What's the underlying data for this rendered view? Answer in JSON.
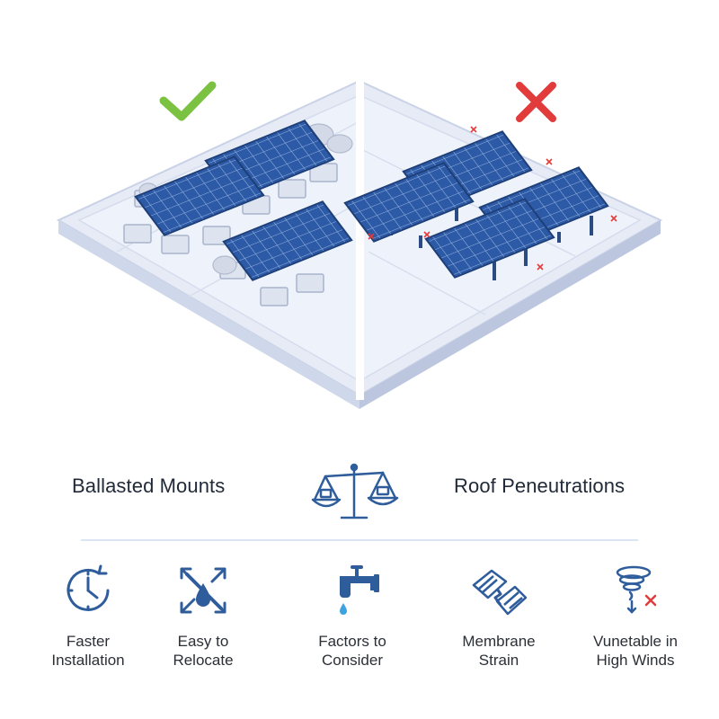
{
  "comparison": {
    "left_mark": "check-icon",
    "right_mark": "cross-icon",
    "colors": {
      "check": "#7cc242",
      "cross": "#e23b3b",
      "icon_blue": "#2f5d9c",
      "panel": "#2d5aa6",
      "roof": "#e3e8f4"
    }
  },
  "headings": {
    "left": "Ballasted Mounts",
    "center_icon": "balance-scale-icon",
    "right": "Roof Peneutrations"
  },
  "features": [
    {
      "icon": "clock-icon",
      "label": "Faster\nInstallation"
    },
    {
      "icon": "relocate-icon",
      "label": "Easy to\nRelocate"
    },
    {
      "icon": "leaking-faucet-icon",
      "label": "Factors to\nConsider"
    },
    {
      "icon": "torn-membrane-icon",
      "label": "Membrane\nStrain"
    },
    {
      "icon": "tornado-icon",
      "label": "Vunetable in\nHigh Winds"
    }
  ]
}
